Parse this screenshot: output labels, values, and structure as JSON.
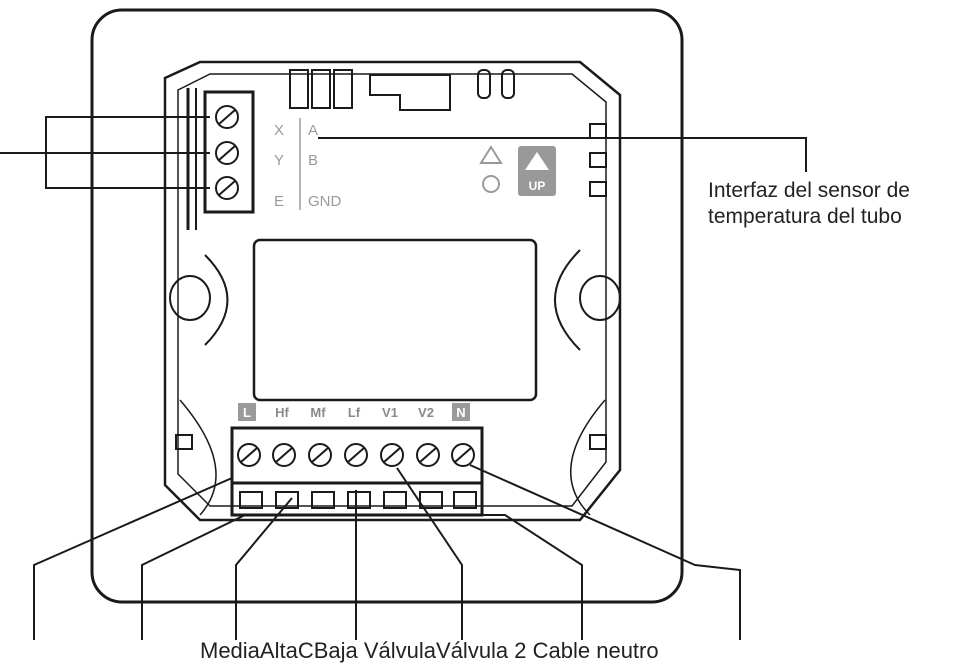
{
  "left_terminals": {
    "x": "X",
    "y": "Y",
    "e": "E",
    "a": "A",
    "b": "B",
    "gnd": "GND"
  },
  "up_badge": "UP",
  "bottom_terminals": [
    "L",
    "Hf",
    "Mf",
    "Lf",
    "V1",
    "V2",
    "N"
  ],
  "callouts": {
    "pipe_sensor_line1": "Interfaz del sensor de",
    "pipe_sensor_line2": "temperatura del tubo",
    "bottom_row": "MediaAltaCBaja VálvulaVálvula 2 Cable neutro"
  },
  "colors": {
    "line": "#1a1a1a",
    "label_gray": "#9a9a9a",
    "badge_gray": "#999999"
  }
}
